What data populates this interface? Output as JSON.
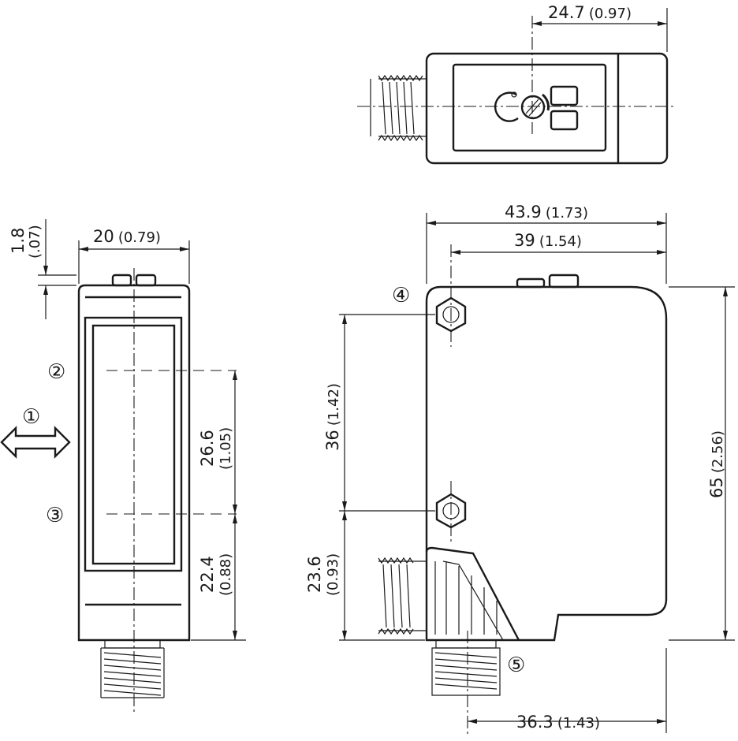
{
  "dimensions": {
    "top_width": {
      "mm": "24.7",
      "inch": "(0.97)"
    },
    "front_width": {
      "mm": "20",
      "inch": "(0.79)"
    },
    "front_tab": {
      "mm": "1.8",
      "inch": "(.07)"
    },
    "front_upper": {
      "mm": "26.6",
      "inch": "(1.05)"
    },
    "front_lower": {
      "mm": "22.4",
      "inch": "(0.88)"
    },
    "side_total_width": {
      "mm": "43.9",
      "inch": "(1.73)"
    },
    "side_width": {
      "mm": "39",
      "inch": "(1.54)"
    },
    "side_height": {
      "mm": "65",
      "inch": "(2.56)"
    },
    "side_hole_spacing": {
      "mm": "36",
      "inch": "(1.42)"
    },
    "side_lower": {
      "mm": "23.6",
      "inch": "(0.93)"
    },
    "side_connector": {
      "mm": "36.3",
      "inch": "(1.43)"
    }
  },
  "callouts": {
    "c1": "①",
    "c2": "②",
    "c3": "③",
    "c4": "④",
    "c5": "⑤"
  }
}
